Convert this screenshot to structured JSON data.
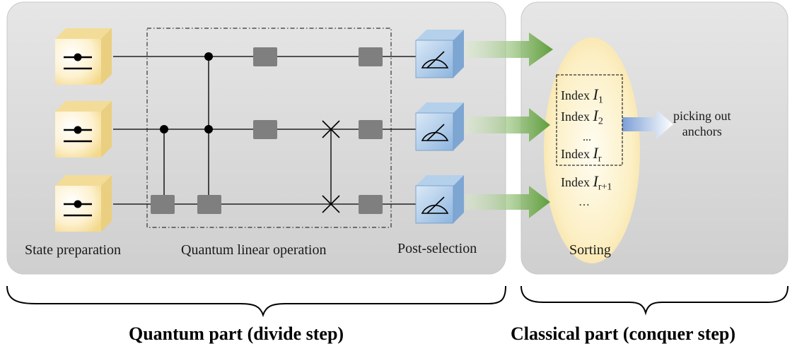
{
  "quantum_panel": {
    "captions": {
      "state_prep": "State preparation",
      "linear_op": "Quantum linear operation",
      "post_sel": "Post-selection"
    },
    "footer": "Quantum part (divide step)"
  },
  "classical_panel": {
    "sorting_label": "Sorting",
    "index_word": "Index",
    "index_symbol": "I",
    "index_subscripts": [
      "1",
      "2",
      "r",
      "r+1"
    ],
    "ellipsis": "...",
    "ellipsis2": "…",
    "picking_line1": "picking out",
    "picking_line2": "anchors",
    "footer": "Classical part (conquer step)"
  },
  "colors": {
    "panel_bg": "#d9d9d9",
    "measure_box": "#9cc3e6",
    "state_box": "#f9e7b0",
    "arrow_green": "#70ad47",
    "arrow_blue": "#8ea9db",
    "sorting_ellipse": "#fbe9b7",
    "gate_gray": "#7f7f7f"
  }
}
